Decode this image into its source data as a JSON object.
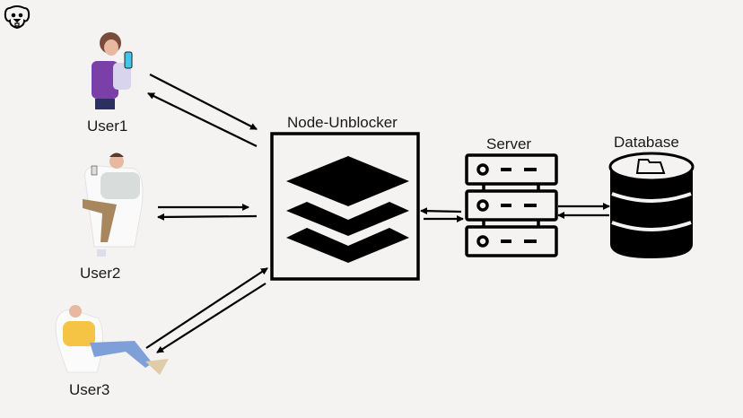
{
  "diagram": {
    "title_logo": "dog-logo",
    "nodes": {
      "user1": {
        "label": "User1"
      },
      "user2": {
        "label": "User2"
      },
      "user3": {
        "label": "User3"
      },
      "proxy": {
        "label": "Node-Unblocker",
        "icon": "layers-icon"
      },
      "server": {
        "label": "Server",
        "icon": "server-rack-icon"
      },
      "database": {
        "label": "Database",
        "icon": "database-icon"
      }
    },
    "connections": [
      {
        "from": "user1",
        "to": "proxy",
        "bidirectional": true
      },
      {
        "from": "user2",
        "to": "proxy",
        "bidirectional": true
      },
      {
        "from": "user3",
        "to": "proxy",
        "bidirectional": true
      },
      {
        "from": "proxy",
        "to": "server",
        "bidirectional": true
      },
      {
        "from": "server",
        "to": "database",
        "bidirectional": true
      }
    ],
    "colors": {
      "background": "#f4f3f2",
      "stroke": "#000000",
      "user1_vest": "#7b3fa8",
      "phone": "#3ec8e8",
      "user3_shirt": "#f6c445",
      "user3_pants": "#7f9fd8",
      "user2_pants": "#a8875f"
    }
  }
}
